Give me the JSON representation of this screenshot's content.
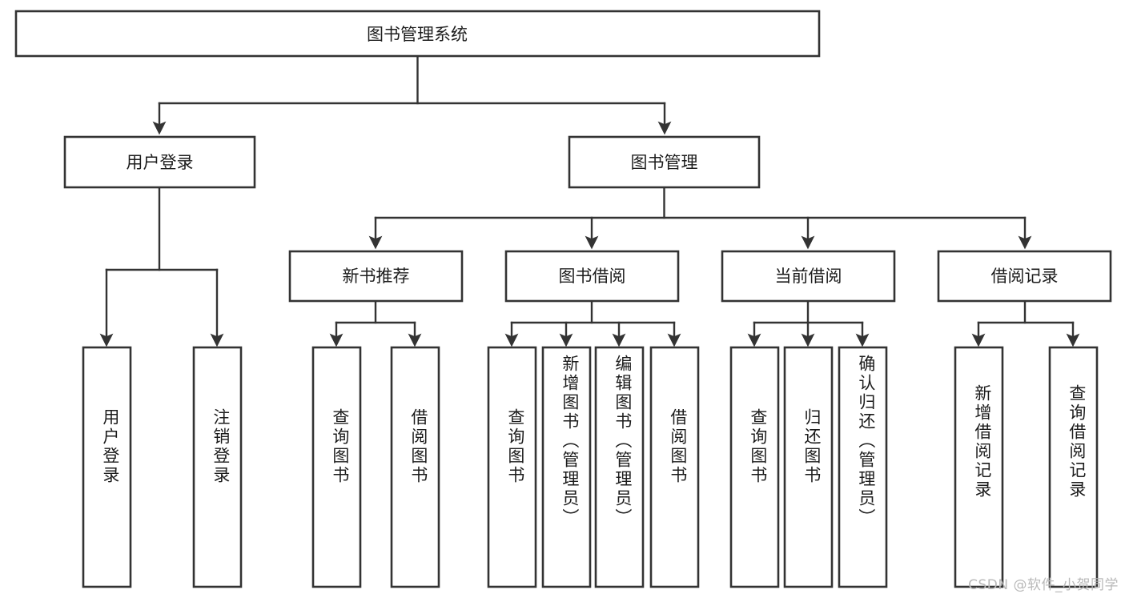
{
  "diagram": {
    "type": "tree-hierarchy",
    "title": "图书管理系统",
    "root": {
      "id": "root",
      "label": "图书管理系统",
      "orientation": "horizontal"
    },
    "level2": [
      {
        "id": "user-login",
        "label": "用户登录",
        "orientation": "horizontal"
      },
      {
        "id": "book-management",
        "label": "图书管理",
        "orientation": "horizontal"
      }
    ],
    "level3": [
      {
        "id": "new-book-recommend",
        "label": "新书推荐",
        "parent": "book-management",
        "orientation": "horizontal"
      },
      {
        "id": "book-borrow",
        "label": "图书借阅",
        "parent": "book-management",
        "orientation": "horizontal"
      },
      {
        "id": "current-borrow",
        "label": "当前借阅",
        "parent": "book-management",
        "orientation": "horizontal"
      },
      {
        "id": "borrow-record",
        "label": "借阅记录",
        "parent": "book-management",
        "orientation": "horizontal"
      }
    ],
    "leaves": [
      {
        "id": "leaf-user-login",
        "label": "用户登录",
        "parent": "user-login",
        "orientation": "vertical"
      },
      {
        "id": "leaf-logout-login",
        "label": "注销登录",
        "parent": "user-login",
        "orientation": "vertical"
      },
      {
        "id": "leaf-query-book-1",
        "label": "查询图书",
        "parent": "new-book-recommend",
        "orientation": "vertical"
      },
      {
        "id": "leaf-borrow-book-1",
        "label": "借阅图书",
        "parent": "new-book-recommend",
        "orientation": "vertical"
      },
      {
        "id": "leaf-query-book-2",
        "label": "查询图书",
        "parent": "book-borrow",
        "orientation": "vertical"
      },
      {
        "id": "leaf-add-book",
        "label": "新增图书（管理员）",
        "parent": "book-borrow",
        "orientation": "vertical"
      },
      {
        "id": "leaf-edit-book",
        "label": "编辑图书（管理员）",
        "parent": "book-borrow",
        "orientation": "vertical"
      },
      {
        "id": "leaf-borrow-book-2",
        "label": "借阅图书",
        "parent": "book-borrow",
        "orientation": "vertical"
      },
      {
        "id": "leaf-query-book-3",
        "label": "查询图书",
        "parent": "current-borrow",
        "orientation": "vertical"
      },
      {
        "id": "leaf-return-book",
        "label": "归还图书",
        "parent": "current-borrow",
        "orientation": "vertical"
      },
      {
        "id": "leaf-confirm-return",
        "label": "确认归还（管理员）",
        "parent": "current-borrow",
        "orientation": "vertical"
      },
      {
        "id": "leaf-add-record",
        "label": "新增借阅记录",
        "parent": "borrow-record",
        "orientation": "vertical"
      },
      {
        "id": "leaf-query-record",
        "label": "查询借阅记录",
        "parent": "borrow-record",
        "orientation": "vertical"
      }
    ],
    "colors": {
      "background": "#ffffff",
      "box_fill": "#ffffff",
      "box_stroke": "#333333",
      "connector": "#333333",
      "text": "#1c1c1c",
      "watermark": "#b9b9b9"
    }
  },
  "watermark": {
    "text": "CSDN @软件_小贺同学"
  }
}
